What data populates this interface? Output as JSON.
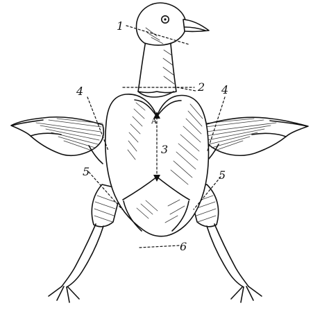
{
  "labels": {
    "l1": "1",
    "l2": "2",
    "l3": "3",
    "l4_left": "4",
    "l4_right": "4",
    "l5_left": "5",
    "l5_right": "5",
    "l6": "6",
    "point_a": "A"
  }
}
